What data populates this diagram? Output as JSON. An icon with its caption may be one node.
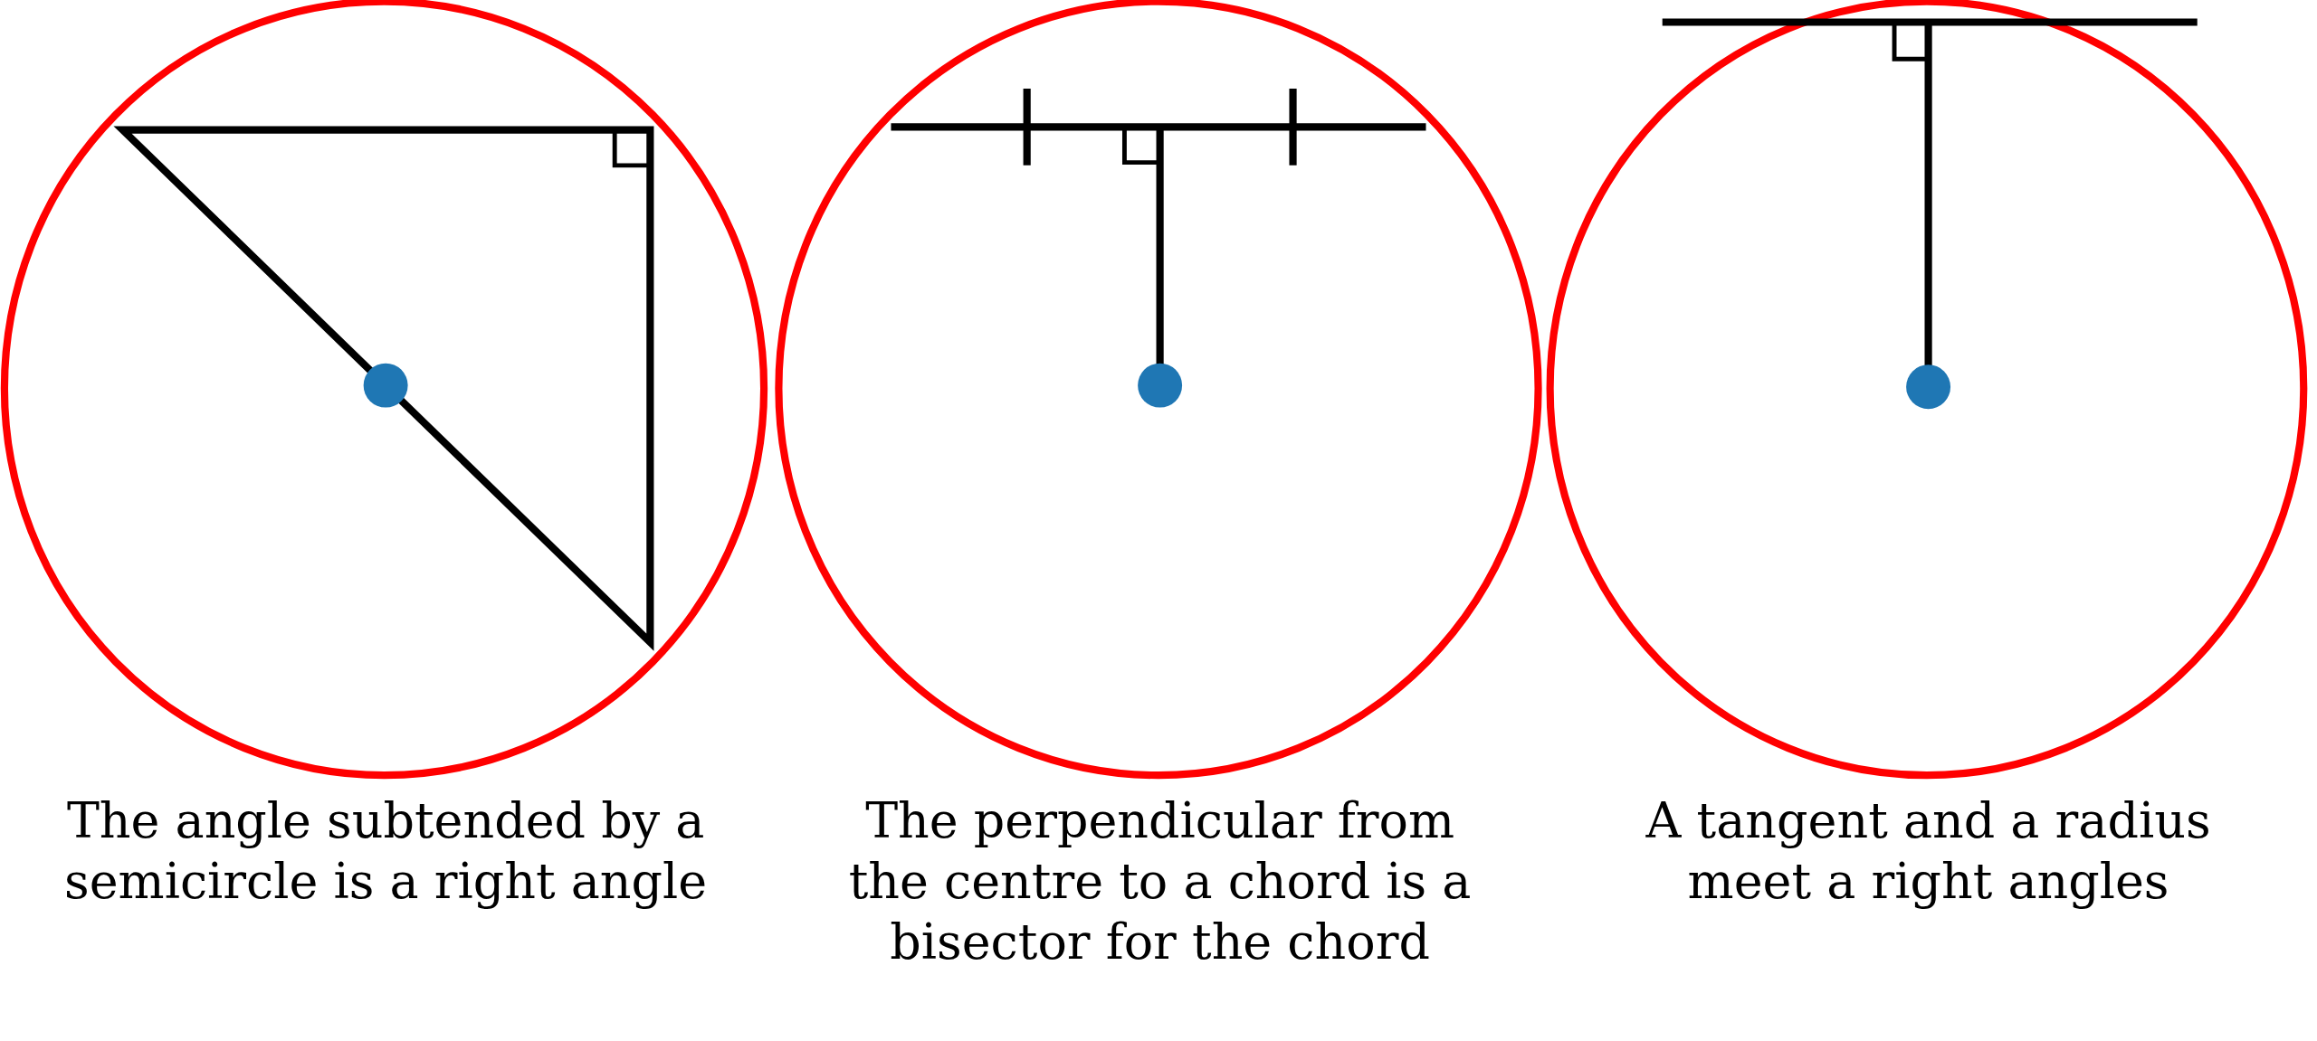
{
  "diagram": {
    "labels": [
      "The angle subtended by a semicircle is a right angle",
      "The perpendicular from the centre to a chord is a bisector for the chord",
      "A tangent and a radius meet a right angles"
    ]
  }
}
